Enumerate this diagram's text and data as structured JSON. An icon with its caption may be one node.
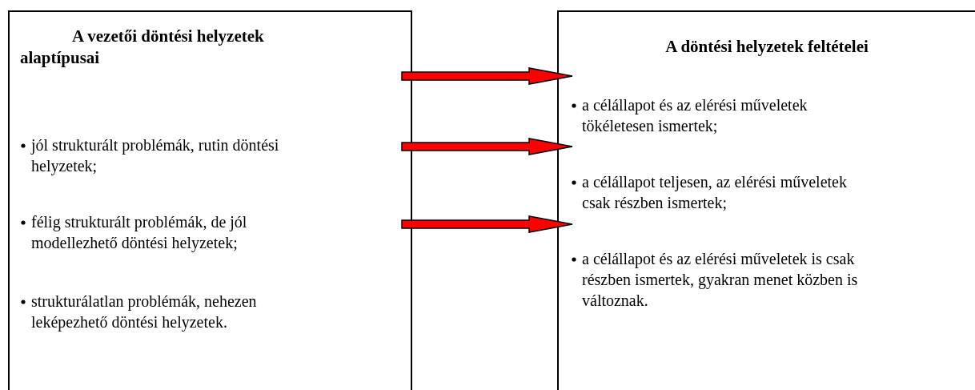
{
  "diagram": {
    "nodes": [
      {
        "text": [
          "A vezetői döntési helyzetek alaptípusai",
          "jól strukturált problémák, rutin döntési helyzetek;",
          "félig strukturált problémák, de jól modellezhető döntési helyzetek;",
          "strukturálatlan problémák, nehezen leképezhető döntési helyzetek."
        ]
      },
      {
        "text": [
          "A döntési helyzetek feltételei",
          "a célállapot és az elérési műveletek tökéletesen ismertek;",
          "a célállapot teljesen, az elérési műveletek csak részben ismertek;",
          "a célállapot és az elérési műveletek is csak részben ismertek, gyakran menet közben is változnak."
        ]
      }
    ],
    "edges": [
      {
        "from": 0,
        "to": 1,
        "arrow": "to",
        "style": "thick"
      },
      {
        "from": 0,
        "to": 1,
        "arrow": "to",
        "style": "thick"
      },
      {
        "from": 0,
        "to": 1,
        "arrow": "to",
        "style": "thick"
      }
    ]
  }
}
